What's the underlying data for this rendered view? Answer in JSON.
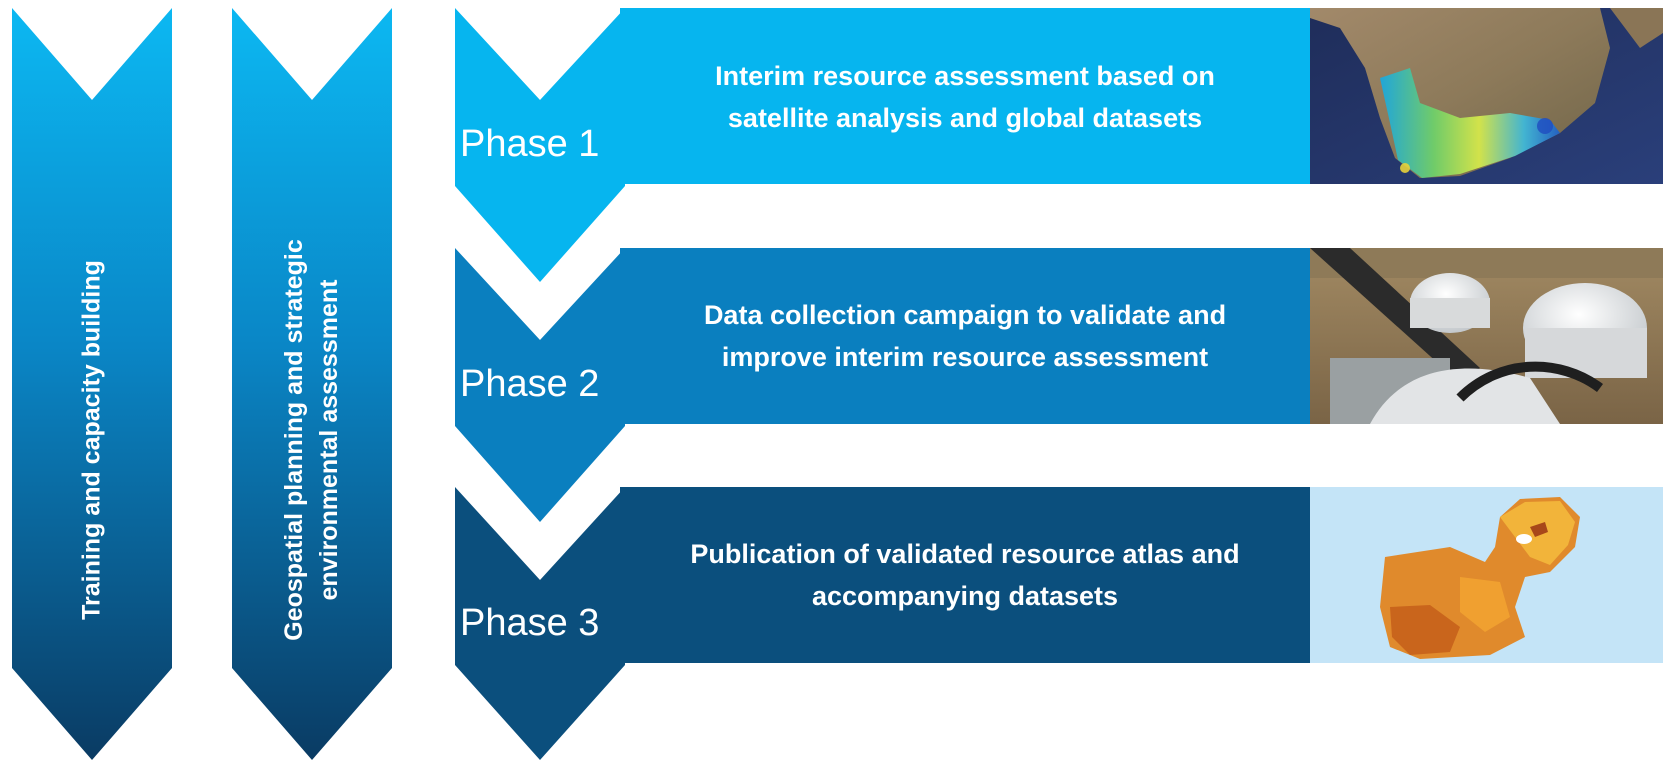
{
  "colors": {
    "phase1": "#06b5ef",
    "phase2": "#0a7fbf",
    "phase3": "#0b4f7d",
    "chevron_top": "#0cb8f2",
    "chevron_bottom": "#0a3b63",
    "text": "#ffffff"
  },
  "side_tracks": [
    {
      "label": "Training and capacity building"
    },
    {
      "label_line1": "Geospatial planning and strategic",
      "label_line2": "environmental assessment"
    }
  ],
  "phases": [
    {
      "label": "Phase 1",
      "desc_line1": "Interim resource assessment based on",
      "desc_line2": "satellite analysis and global datasets",
      "image": "southern-africa-satellite-map"
    },
    {
      "label": "Phase 2",
      "desc_line1": "Data collection campaign to validate and",
      "desc_line2": "improve interim resource assessment",
      "image": "measurement-station-photo"
    },
    {
      "label": "Phase 3",
      "desc_line1": "Publication of validated resource atlas and",
      "desc_line2": "accompanying datasets",
      "image": "resource-atlas-map"
    }
  ]
}
